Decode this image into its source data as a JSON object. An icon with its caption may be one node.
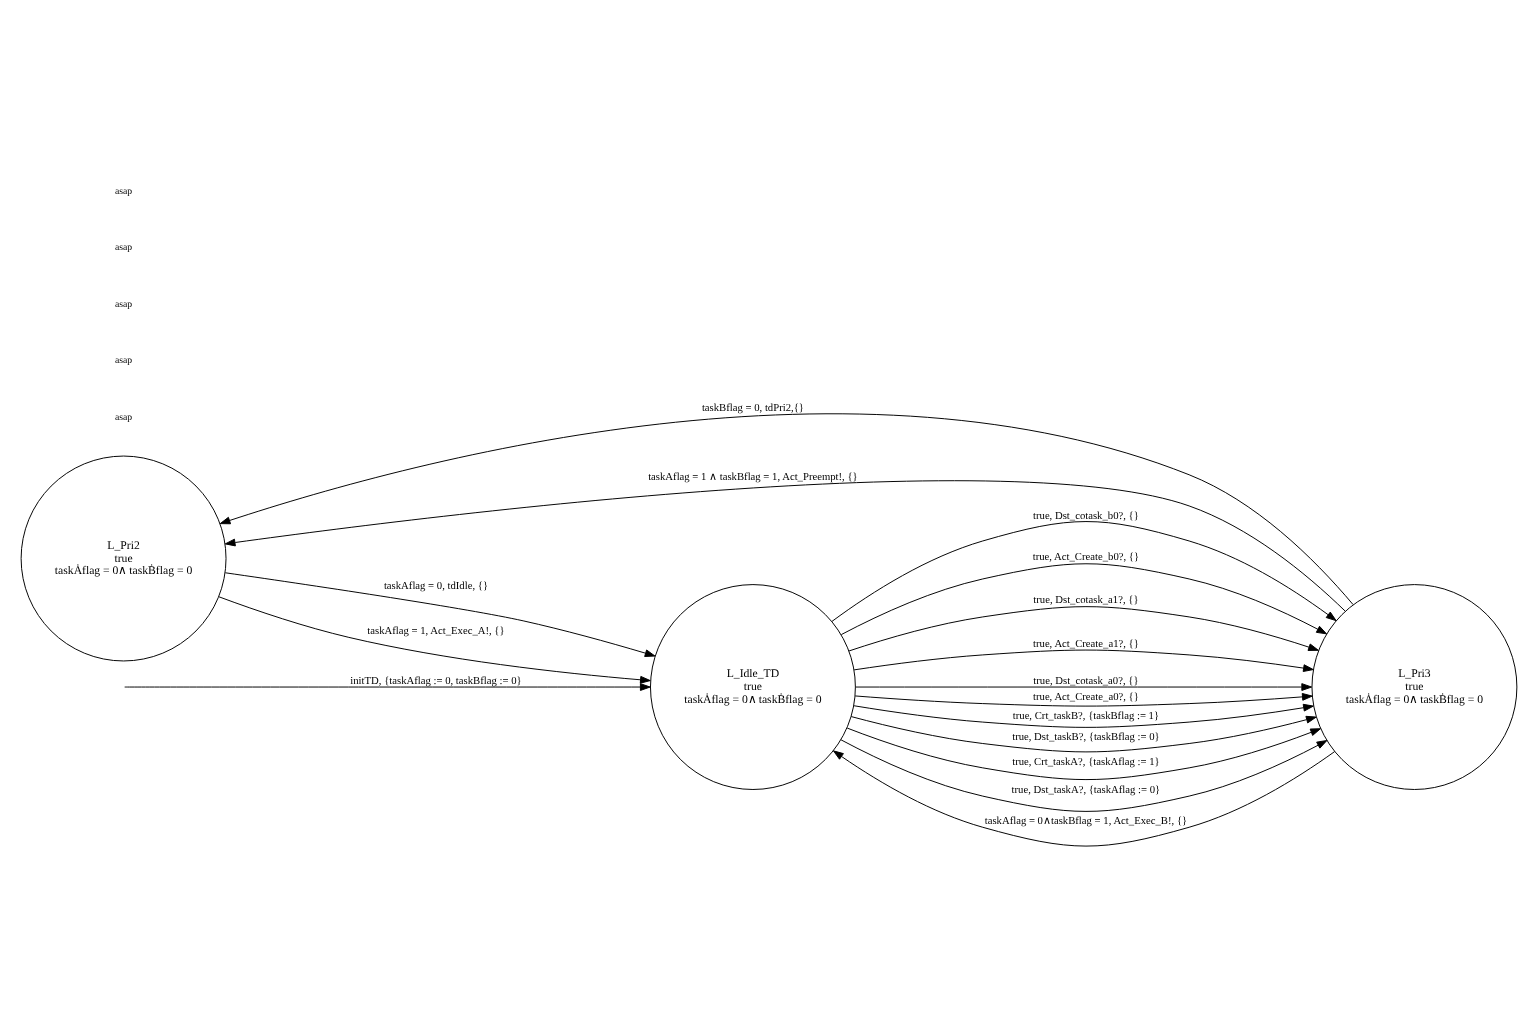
{
  "diagram": {
    "nodes": [
      {
        "text": [
          "L_Idle_TD",
          "true",
          "taskȦflag = 0∧ taskḂflag = 0"
        ]
      },
      {
        "text": [
          "L_Pri3",
          "true",
          "taskȦflag = 0∧ taskḂflag = 0"
        ]
      },
      {
        "text": [
          "L_Pri2",
          "true",
          "taskȦflag = 0∧ taskḂflag = 0"
        ]
      }
    ],
    "edges": [
      {
        "from": null,
        "to": 0,
        "arrow": "to",
        "label": "initTD, {taskAflag := 0, taskBflag := 0}"
      },
      {
        "from": 0,
        "to": 1,
        "arrow": "to",
        "label": "true, Dst_cotask_b0?, {}"
      },
      {
        "from": 0,
        "to": 1,
        "arrow": "to",
        "label": "true, Act_Create_b0?, {}"
      },
      {
        "from": 0,
        "to": 1,
        "arrow": "to",
        "label": "true, Dst_cotask_a1?, {}"
      },
      {
        "from": 0,
        "to": 1,
        "arrow": "to",
        "label": "true, Act_Create_a1?, {}"
      },
      {
        "from": 0,
        "to": 1,
        "arrow": "to",
        "label": "true, Dst_cotask_a0?, {}"
      },
      {
        "from": 0,
        "to": 1,
        "arrow": "to",
        "label": "true, Act_Create_a0?, {}"
      },
      {
        "from": 0,
        "to": 1,
        "arrow": "to",
        "label": "true, Crt_taskB?, {taskBflag := 1}"
      },
      {
        "from": 0,
        "to": 1,
        "arrow": "to",
        "label": "true, Dst_taskB?, {taskBflag := 0}"
      },
      {
        "from": 0,
        "to": 1,
        "arrow": "to",
        "label": "true, Crt_taskA?, {taskAflag := 1}"
      },
      {
        "from": 0,
        "to": 1,
        "arrow": "to",
        "label": "true, Dst_taskA?, {taskAflag := 0}"
      },
      {
        "from": 1,
        "to": 0,
        "arrow": "to",
        "label": "taskAflag = 0∧taskBflag = 1, Act_Exec_B!, {}"
      },
      {
        "from": 1,
        "to": 2,
        "arrow": "to",
        "label": "taskBflag = 0, tdPri2,{}"
      },
      {
        "from": 1,
        "to": 2,
        "arrow": "to",
        "label": "taskAflag = 1 ∧ taskBflag = 1, Act_Preempt!, {}"
      },
      {
        "from": 2,
        "to": 0,
        "arrow": "to",
        "label": "taskAflag = 0, tdIdle, {}"
      },
      {
        "from": 2,
        "to": 0,
        "arrow": "to",
        "label": "taskAflag = 1, Act_Exec_A!, {}"
      }
    ],
    "labels": [
      "asap",
      "asap",
      "asap",
      "asap",
      "asap"
    ]
  }
}
